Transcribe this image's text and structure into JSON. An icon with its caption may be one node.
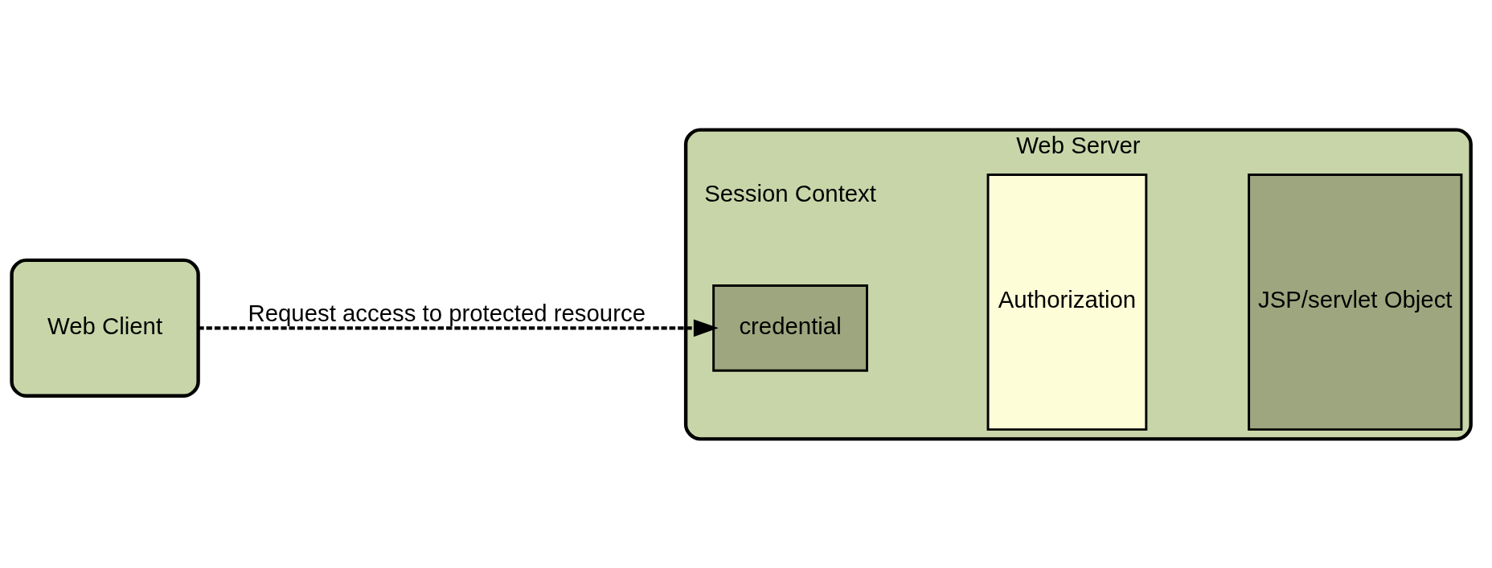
{
  "diagram": {
    "nodes": [
      {
        "text": [
          "Web Client"
        ]
      },
      {
        "text": [
          "Web Server"
        ]
      },
      {
        "text": [
          "credential"
        ],
        "in": 1
      },
      {
        "text": [
          "Authorization"
        ],
        "in": 1
      },
      {
        "text": [
          "JSP/servlet Object"
        ],
        "in": 1
      }
    ],
    "edges": [
      {
        "from": 0,
        "to": 2,
        "arrow": "to",
        "style": "dashed",
        "label": "Request access to protected resource"
      }
    ],
    "labels": [
      "Session Context"
    ]
  }
}
